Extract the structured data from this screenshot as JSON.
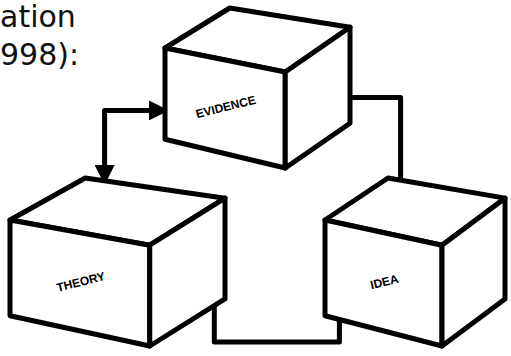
{
  "diagram": {
    "nodes": [
      {
        "text": [
          "EVIDENCE"
        ]
      },
      {
        "text": [
          "THEORY"
        ]
      },
      {
        "text": [
          "IDEA"
        ]
      }
    ],
    "edges": [
      {
        "from": 1,
        "to": 0,
        "arrow": "both"
      },
      {
        "from": 0,
        "to": 2,
        "arrow": "none"
      },
      {
        "from": 2,
        "to": 1,
        "arrow": "none"
      }
    ],
    "labels": [
      "ation",
      "998):"
    ]
  }
}
